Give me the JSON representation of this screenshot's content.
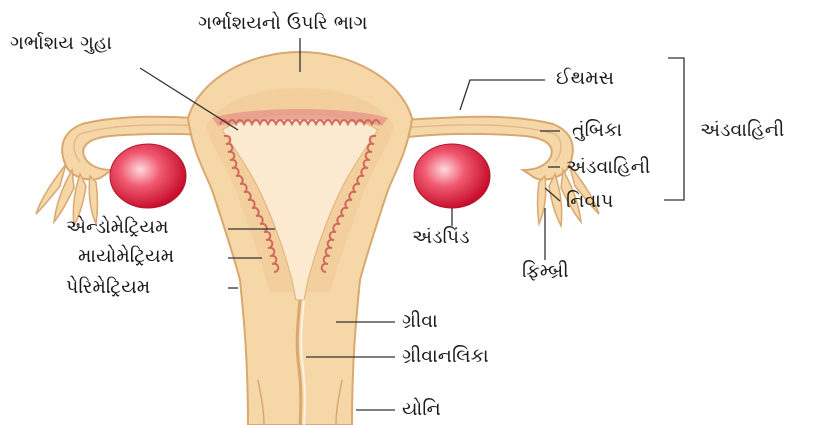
{
  "labels": {
    "fundus": "ગર્ભાશયનો ઉપરિ ભાગ",
    "uterine_cavity": "ગર્ભાશય ગુહા",
    "isthmus": "ઈથમસ",
    "ampulla": "તુંબિકા",
    "fallopian_tube_group": "અંડવાહિની",
    "oviduct": "અંડવાહિની",
    "infundibulum": "નિવાપ",
    "ovary": "અંડપિંડ",
    "fimbriae": "ફિમ્બ્રી",
    "endometrium": "એન્ડોમેટ્રિયમ",
    "myometrium": "માયોમેટ્રિયમ",
    "perimetrium": "પેરિમેટ્રિયમ",
    "cervix": "ગ્રીવા",
    "cervical_canal": "ગ્રીવાનલિકા",
    "vagina": "યોનિ"
  },
  "colors": {
    "uterus_fill": "#f6d8a8",
    "uterus_outline": "#d9a870",
    "endometrium": "#e89a8c",
    "ovary": "#e0364f",
    "leader_line": "#333333"
  }
}
